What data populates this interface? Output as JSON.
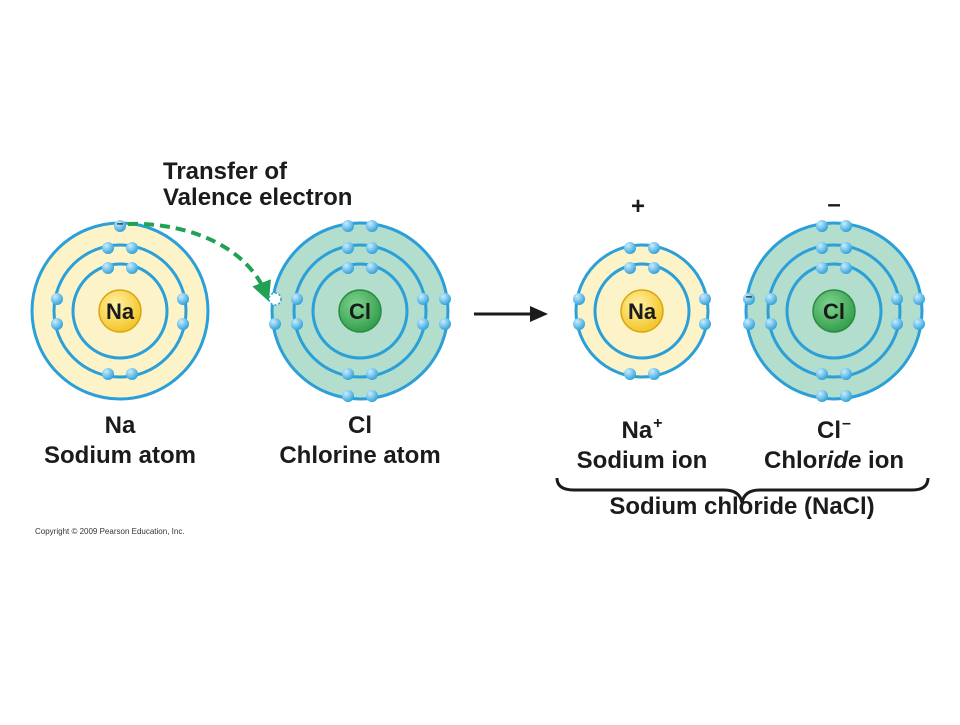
{
  "transfer_label": {
    "line1": "Transfer of",
    "line2": "Valence electron"
  },
  "sodium_atom": {
    "symbol": "Na",
    "name": "Sodium atom",
    "nucleus": "Na",
    "shells": [
      2,
      8,
      1
    ]
  },
  "chlorine_atom": {
    "symbol": "Cl",
    "name": "Chlorine atom",
    "nucleus": "Cl",
    "shells": [
      2,
      8,
      7
    ]
  },
  "sodium_ion": {
    "symbol": "Na",
    "charge": "+",
    "name": "Sodium ion",
    "nucleus": "Na",
    "shells": [
      2,
      8
    ]
  },
  "chloride_ion": {
    "symbol": "Cl",
    "charge": "–",
    "name_prefix": "Chlor",
    "name_italic": "ide",
    "name_suffix": " ion",
    "nucleus": "Cl",
    "shells": [
      2,
      8,
      8
    ]
  },
  "compound_label": "Sodium chloride (NaCl)",
  "charge_plus": "+",
  "charge_minus": "–",
  "electron_minus_sign": "–",
  "copyright": "Copyright © 2009 Pearson Education, Inc.",
  "colors": {
    "shell_line": "#2a9fd8",
    "electron": "#4fb3e8",
    "sodium_fill": "#fdf3c9",
    "chlorine_fill": "#b3ddcc",
    "sodium_nucleus": "#f7d23e",
    "chlorine_nucleus": "#45ad5c",
    "transfer_arrow": "#21a153",
    "reaction_arrow": "#1b1b1b"
  }
}
